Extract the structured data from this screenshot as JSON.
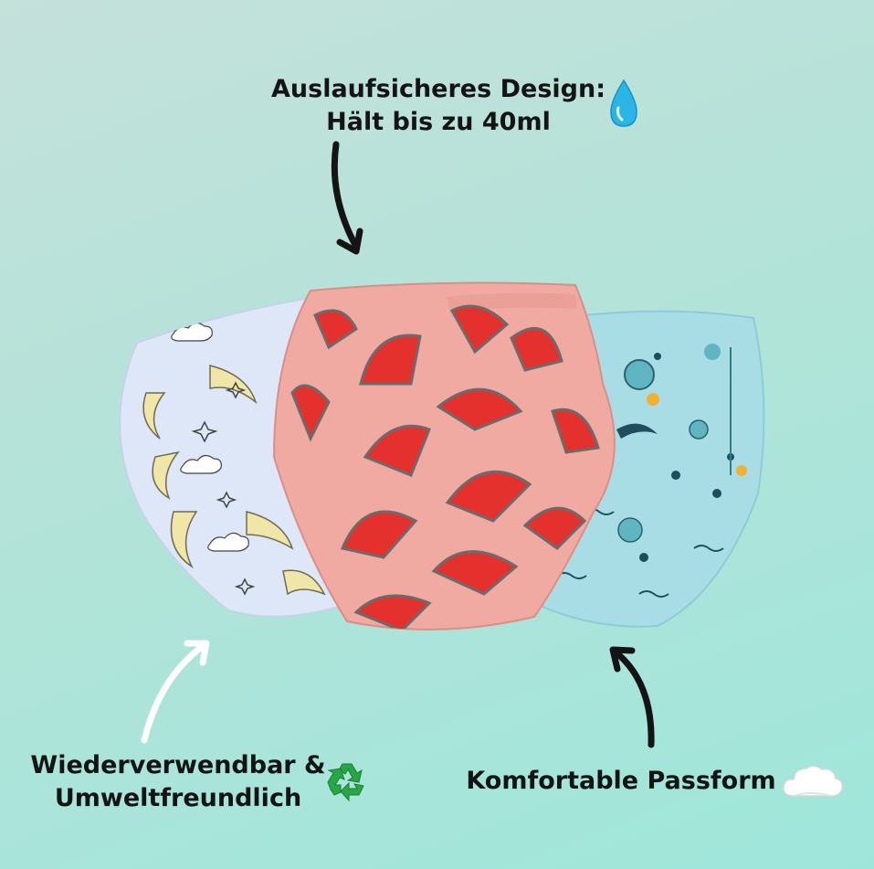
{
  "captions": {
    "top": {
      "line1": "Auslaufsicheres Design:",
      "line2": "Hält bis zu 40ml",
      "icon": "water-drop-icon"
    },
    "left": {
      "line1": "Wiederverwendbar &",
      "line2": "Umweltfreundlich",
      "icon": "recycle-icon"
    },
    "right": {
      "line1": "Komfortable Passform",
      "icon": "cloud-icon"
    }
  },
  "colors": {
    "background": "#b3e3d9",
    "text": "#141414",
    "arrow_dark": "#141414",
    "arrow_light": "#ffffff",
    "pant_left": "#dde7f7",
    "pant_center": "#f1aaa2",
    "pant_right": "#a9dde6",
    "watermelon": "#e5312d",
    "drop": "#29b6e6",
    "recycle": "#27a844"
  }
}
